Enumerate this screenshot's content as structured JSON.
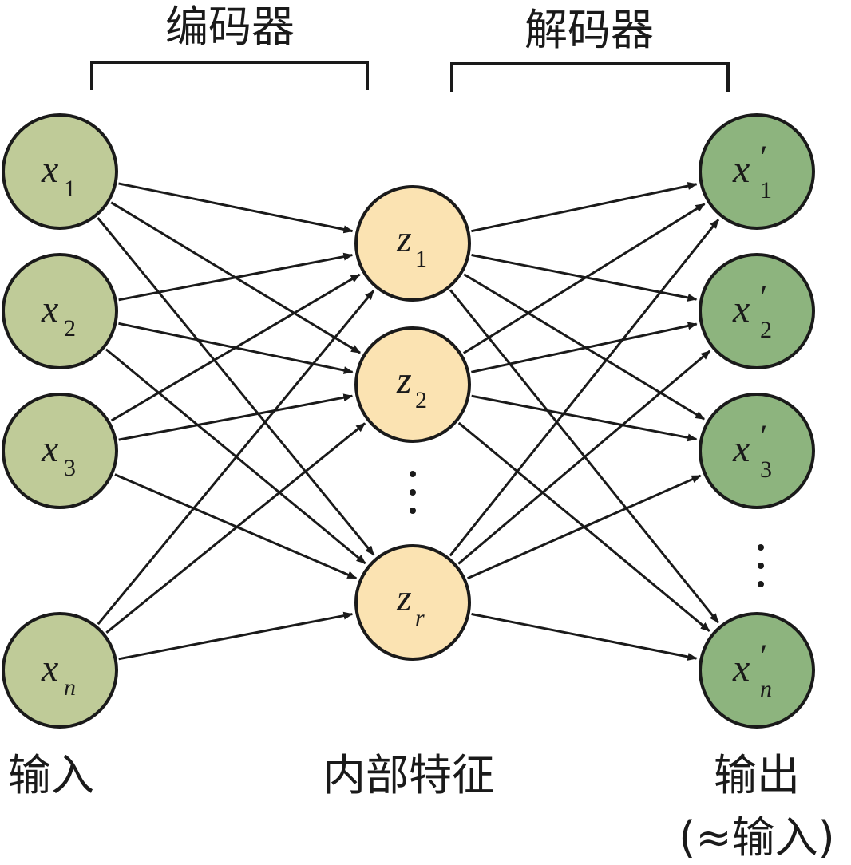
{
  "labels": {
    "encoder": "编码器",
    "decoder": "解码器",
    "input": "输入",
    "features": "内部特征",
    "output": "输出",
    "output_note": "(≈输入)"
  },
  "inputs": [
    {
      "symbol": "x",
      "sub": "1"
    },
    {
      "symbol": "x",
      "sub": "2"
    },
    {
      "symbol": "x",
      "sub": "3"
    },
    {
      "symbol": "x",
      "sub": "n"
    }
  ],
  "latent": [
    {
      "symbol": "z",
      "sub": "1"
    },
    {
      "symbol": "z",
      "sub": "2"
    },
    {
      "symbol": "z",
      "sub": "r"
    }
  ],
  "outputs": [
    {
      "symbol": "x",
      "prime": "′",
      "sub": "1"
    },
    {
      "symbol": "x",
      "prime": "′",
      "sub": "2"
    },
    {
      "symbol": "x",
      "prime": "′",
      "sub": "3"
    },
    {
      "symbol": "x",
      "prime": "′",
      "sub": "n"
    }
  ],
  "colors": {
    "input_fill": "#bfcb98",
    "latent_fill": "#fbe3b2",
    "output_fill": "#8db47e",
    "stroke": "#1a1a1a"
  }
}
